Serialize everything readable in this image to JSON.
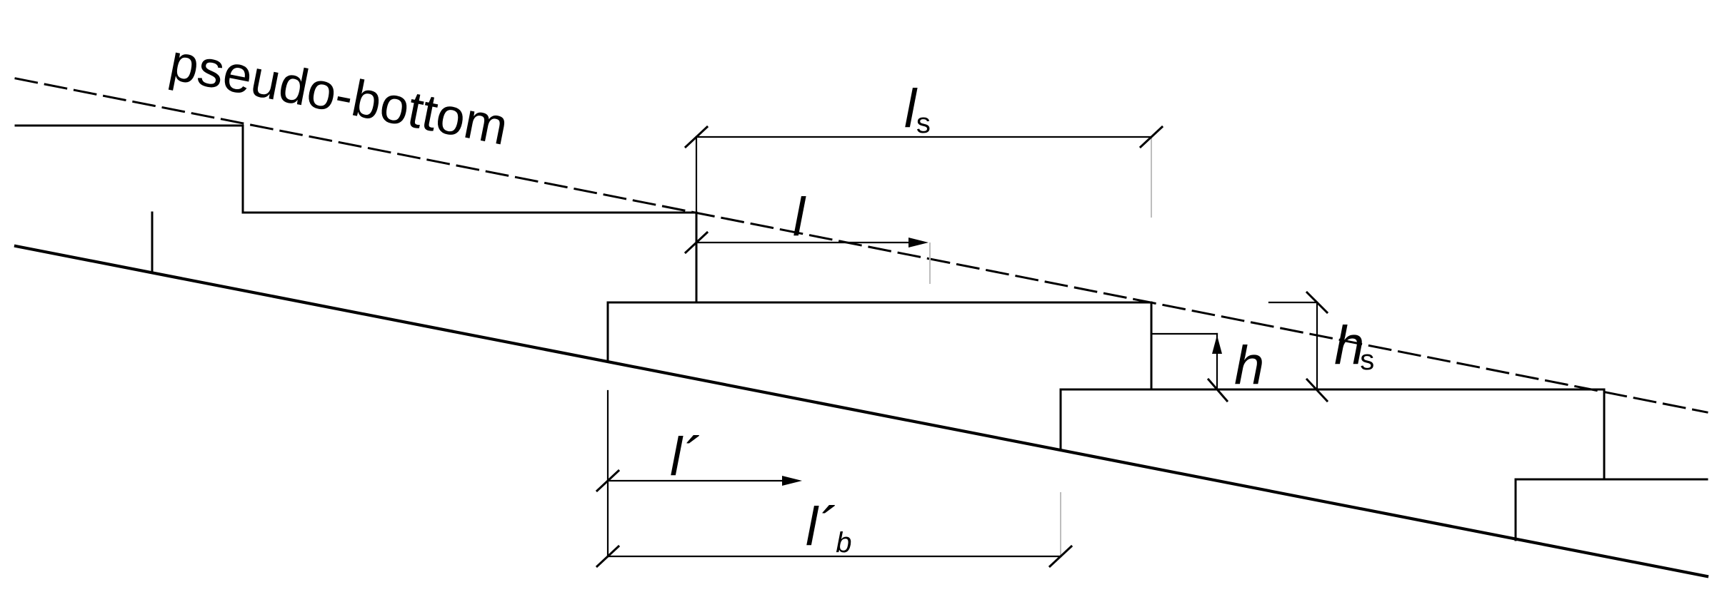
{
  "labels": {
    "pseudo_bottom": "pseudo-bottom",
    "ls_main": "l",
    "ls_sub": "s",
    "l": "l",
    "h": "h",
    "hs_main": "h",
    "hs_sub": "s",
    "lprime": "l´",
    "lprime_b_main": "l´",
    "lprime_b_sub": "b"
  },
  "colors": {
    "ink": "#000000",
    "background": "#ffffff"
  }
}
